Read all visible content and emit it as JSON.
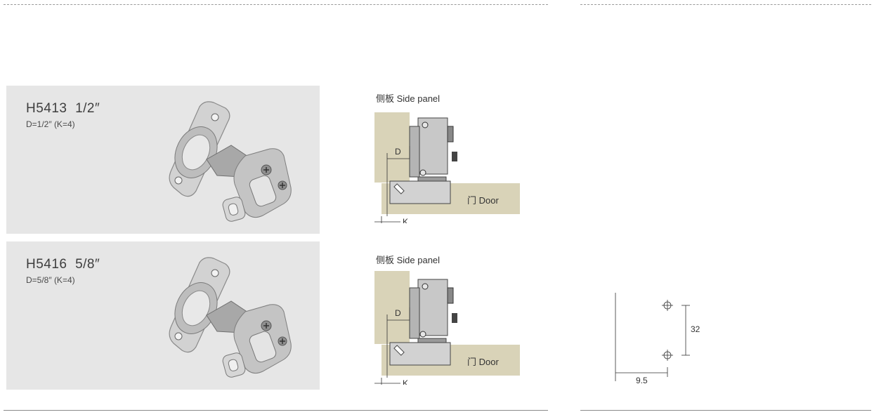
{
  "products": [
    {
      "model": "H5413",
      "size": "1/2″",
      "spec": "D=1/2″ (K=4)",
      "side_panel_label": "侧板 Side panel",
      "door_label": "门 Door",
      "d_label": "D",
      "k_label": "K"
    },
    {
      "model": "H5416",
      "size": "5/8″",
      "spec": "D=5/8″ (K=4)",
      "side_panel_label": "侧板 Side panel",
      "door_label": "门 Door",
      "d_label": "D",
      "k_label": "K"
    }
  ],
  "drilling": {
    "vertical_spacing": "32",
    "edge_offset": "9.5"
  },
  "colors": {
    "panel_fill": "#d9d3b8",
    "card_bg": "#e6e6e6",
    "hinge_metal": "#c9c9c9"
  }
}
